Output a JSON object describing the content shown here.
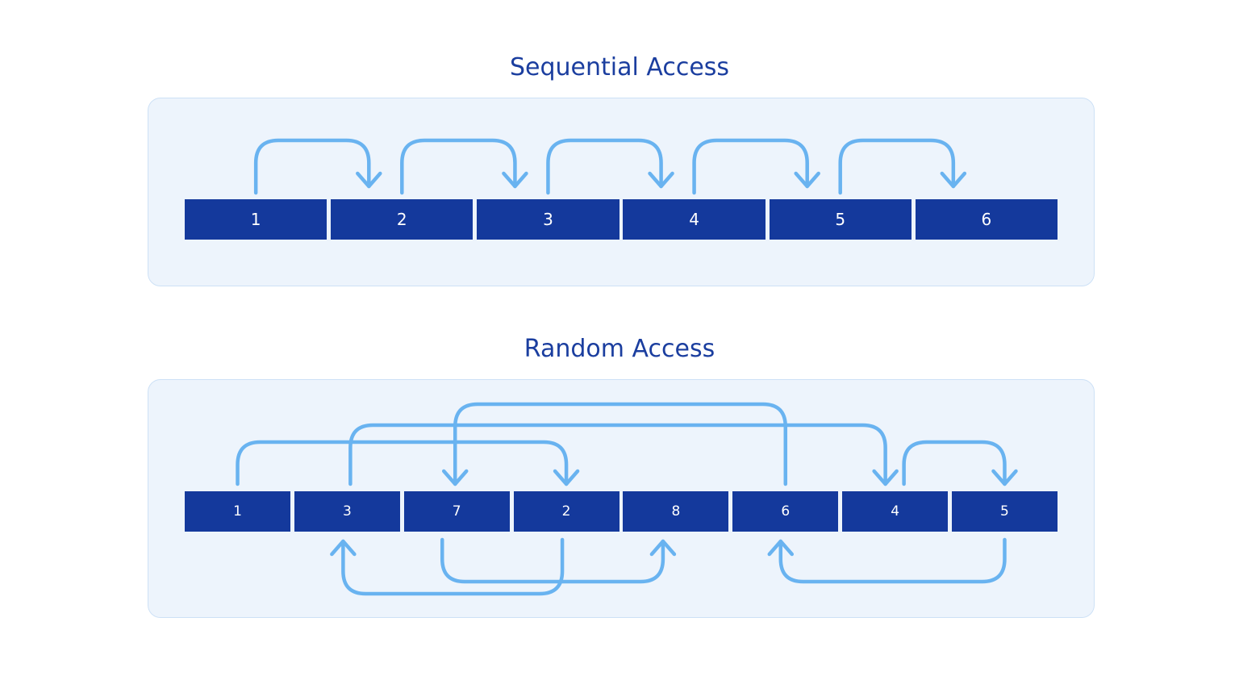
{
  "colors": {
    "background": "#ffffff",
    "panel_fill": "#edf4fc",
    "panel_border": "#cde1f6",
    "block_fill": "#14399c",
    "block_text": "#ffffff",
    "arrow": "#69b3f0",
    "title": "#1b3e9f"
  },
  "sections": [
    {
      "id": "sequential",
      "title": "Sequential Access",
      "blocks": [
        "1",
        "2",
        "3",
        "4",
        "5",
        "6"
      ],
      "arrows": [
        {
          "from": 0,
          "to": 1,
          "side": "top",
          "lane": 0,
          "src_dx": 0,
          "dst_dx": -41
        },
        {
          "from": 1,
          "to": 2,
          "side": "top",
          "lane": 0,
          "src_dx": 0,
          "dst_dx": -41
        },
        {
          "from": 2,
          "to": 3,
          "side": "top",
          "lane": 0,
          "src_dx": 0,
          "dst_dx": -41
        },
        {
          "from": 3,
          "to": 4,
          "side": "top",
          "lane": 0,
          "src_dx": 0,
          "dst_dx": -41
        },
        {
          "from": 4,
          "to": 5,
          "side": "top",
          "lane": 0,
          "src_dx": 0,
          "dst_dx": -41
        }
      ]
    },
    {
      "id": "random",
      "title": "Random Access",
      "blocks": [
        "1",
        "3",
        "7",
        "2",
        "8",
        "6",
        "4",
        "5"
      ],
      "arrows": [
        {
          "from": 0,
          "to": 3,
          "side": "top",
          "lane": 0,
          "src_dx": 0,
          "dst_dx": 0
        },
        {
          "from": 3,
          "to": 1,
          "side": "bottom",
          "lane": 1,
          "src_dx": -5,
          "dst_dx": -5
        },
        {
          "from": 1,
          "to": 6,
          "side": "top",
          "lane": 1,
          "src_dx": 4,
          "dst_dx": -12
        },
        {
          "from": 6,
          "to": 7,
          "side": "top",
          "lane": 0,
          "src_dx": 11,
          "dst_dx": 0
        },
        {
          "from": 7,
          "to": 5,
          "side": "bottom",
          "lane": 0,
          "src_dx": 0,
          "dst_dx": -6
        },
        {
          "from": 5,
          "to": 2,
          "side": "top",
          "lane": 2,
          "src_dx": 0,
          "dst_dx": -2
        },
        {
          "from": 2,
          "to": 4,
          "side": "bottom",
          "lane": 0,
          "src_dx": -18,
          "dst_dx": -16
        }
      ]
    }
  ]
}
